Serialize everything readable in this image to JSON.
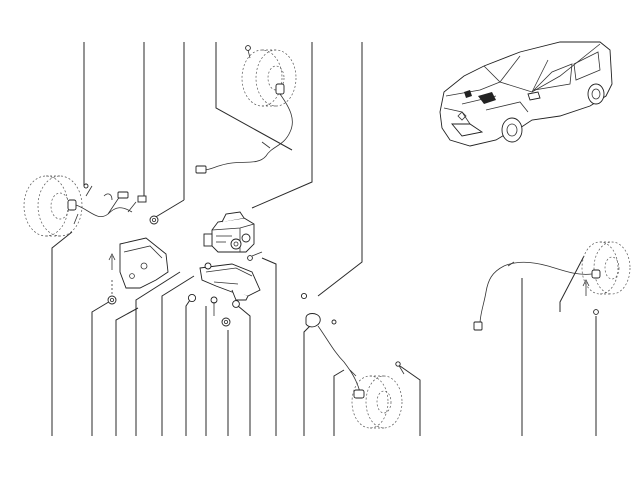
{
  "diagram": {
    "background": "#ffffff",
    "stroke_color": "#2a2a2a",
    "components": [
      "front-left-wheel-hub",
      "front-left-abs-sensor",
      "front-right-wheel-hub",
      "front-right-abs-sensor-harness",
      "abs-modulator-unit",
      "abs-mounting-bracket",
      "hydraulic-unit-support-bracket",
      "rear-left-wheel-hub",
      "rear-left-abs-sensor",
      "rear-right-wheel-hub",
      "rear-right-abs-sensor-harness",
      "vehicle-locator-car"
    ]
  }
}
